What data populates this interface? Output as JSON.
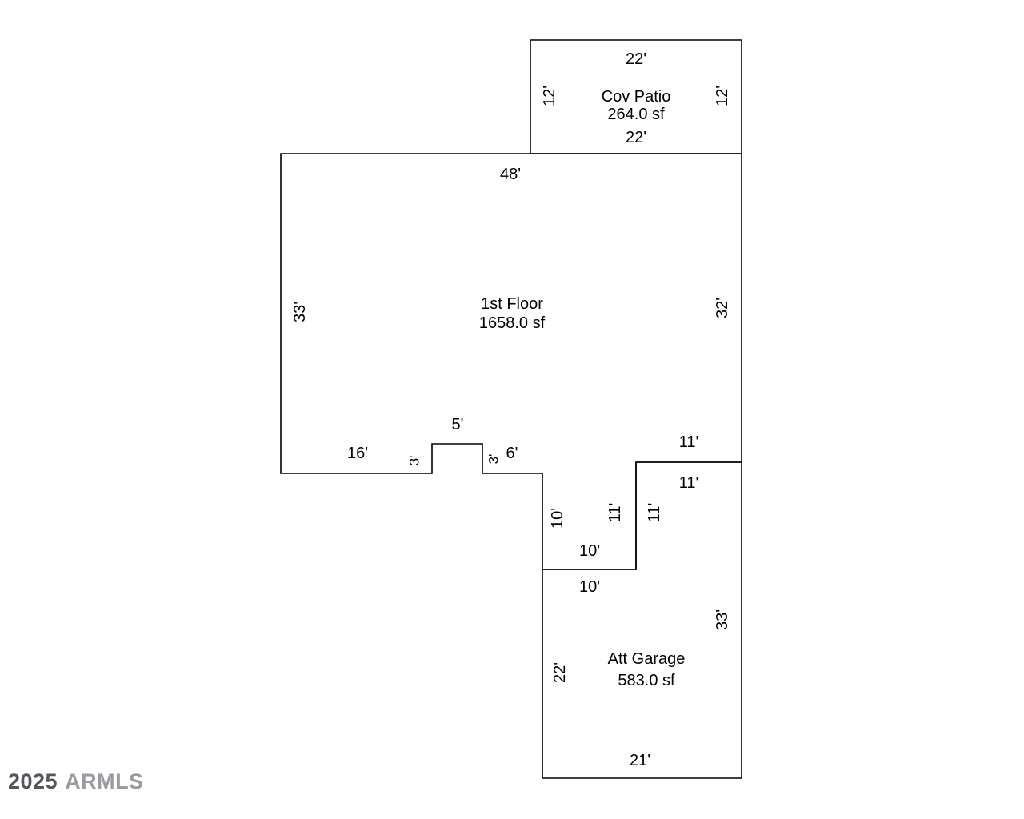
{
  "watermark": {
    "year": "2025",
    "brand": "ARMLS"
  },
  "rooms": {
    "patio": {
      "name": "Cov Patio",
      "area": "264.0 sf"
    },
    "first_floor": {
      "name": "1st Floor",
      "area": "1658.0 sf"
    },
    "garage": {
      "name": "Att Garage",
      "area": "583.0 sf"
    }
  },
  "dims": {
    "patio_top": "22'",
    "patio_left": "12'",
    "patio_right": "12'",
    "patio_bottom": "22'",
    "ff_top": "48'",
    "ff_left": "33'",
    "ff_right": "32'",
    "ff_bottom_16": "16'",
    "notch_left_3": "3'",
    "notch_top_5": "5'",
    "notch_right_3": "3'",
    "ff_bottom_6": "6'",
    "step_v_10": "10'",
    "step_h_10_above": "10'",
    "step_h_10_below": "10'",
    "step_v_11_left": "11'",
    "step_v_11_right": "11'",
    "garage_top_11_above": "11'",
    "garage_top_11_below": "11'",
    "garage_left_22": "22'",
    "garage_right_33": "33'",
    "garage_bottom_21": "21'"
  },
  "outline_colors": {
    "stroke": "#000000",
    "background": "#ffffff"
  }
}
